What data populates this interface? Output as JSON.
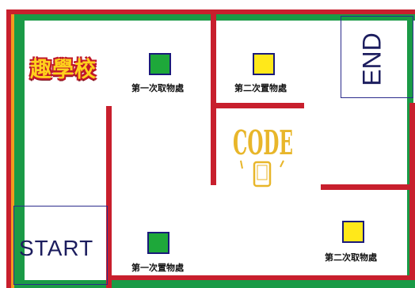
{
  "logo_text": "趣學校",
  "start_label": "START",
  "end_label": "END",
  "code_label": "CODE",
  "pickup_1_label": "第一次取物處",
  "drop_1_label": "第一次置物處",
  "drop_2_label": "第二次置物處",
  "pickup_2_label": "第二次取物處",
  "colors": {
    "orange_wall": "#f39a1e",
    "green_wall": "#1a9a46",
    "red_wall": "#c81f2d",
    "green_box": "#1ea83a",
    "yellow_box": "#ffe81a",
    "code_gold": "#e8b62a"
  }
}
